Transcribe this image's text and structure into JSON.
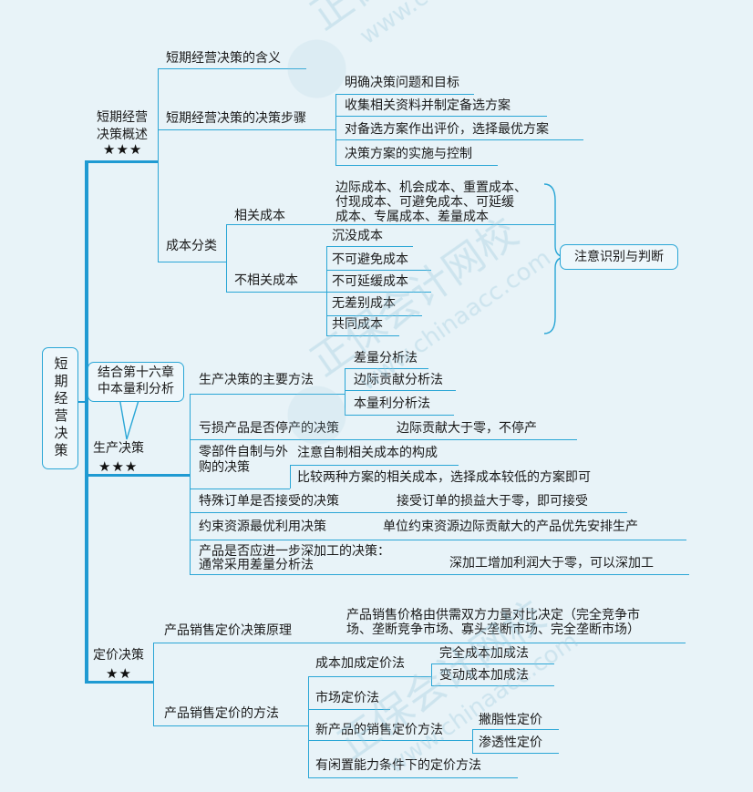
{
  "root": "短期经营决策",
  "sections": {
    "overview": {
      "title": "短期经营决策概述",
      "stars": "★★★",
      "meaning": "短期经营决策的含义",
      "steps_title": "短期经营决策的决策步骤",
      "steps": [
        "明确决策问题和目标",
        "收集相关资料并制定备选方案",
        "对备选方案作出评价，选择最优方案",
        "决策方案的实施与控制"
      ],
      "cost_class": "成本分类",
      "relevant": "相关成本",
      "relevant_list": [
        "边际成本、机会成本、重置成本、",
        "付现成本、可避免成本、可延缓",
        "成本、专属成本、差量成本"
      ],
      "irrelevant": "不相关成本",
      "irrelevant_list": [
        "沉没成本",
        "不可避免成本",
        "不可延缓成本",
        "无差别成本",
        "共同成本"
      ],
      "note": "注意识别与判断"
    },
    "production": {
      "title": "生产决策",
      "stars": "★★★",
      "callout": "结合第十六章中本量利分析",
      "methods_title": "生产决策的主要方法",
      "methods": [
        "差量分析法",
        "边际贡献分析法",
        "本量利分析法"
      ],
      "loss": "亏损产品是否停产的决策",
      "loss_rule": "边际贡献大于零，不停产",
      "make_buy": "零部件自制与外购的决策",
      "make_buy_1": "注意自制相关成本的构成",
      "make_buy_2": "比较两种方案的相关成本，选择成本较低的方案即可",
      "special": "特殊订单是否接受的决策",
      "special_rule": "接受订单的损益大于零，即可接受",
      "constraint": "约束资源最优利用决策",
      "constraint_rule": "单位约束资源边际贡献大的产品优先安排生产",
      "further": "产品是否应进一步深加工的决策：",
      "further_2": "通常采用差量分析法",
      "further_rule": "深加工增加利润大于零，可以深加工"
    },
    "pricing": {
      "title": "定价决策",
      "stars": "★★",
      "principle": "产品销售定价决策原理",
      "principle_text_1": "产品销售价格由供需双方力量对比决定（完全竞争市",
      "principle_text_2": "场、垄断竞争市场、寡头垄断市场、完全垄断市场）",
      "methods_title": "产品销售定价的方法",
      "cost_plus": "成本加成定价法",
      "cost_plus_items": [
        "完全成本加成法",
        "变动成本加成法"
      ],
      "market": "市场定价法",
      "new_product": "新产品的销售定价方法",
      "new_product_items": [
        "撇脂性定价",
        "渗透性定价"
      ],
      "idle": "有闲置能力条件下的定价方法"
    }
  },
  "watermarks": [
    "正保会计网校",
    "www.chinaacc.com"
  ]
}
